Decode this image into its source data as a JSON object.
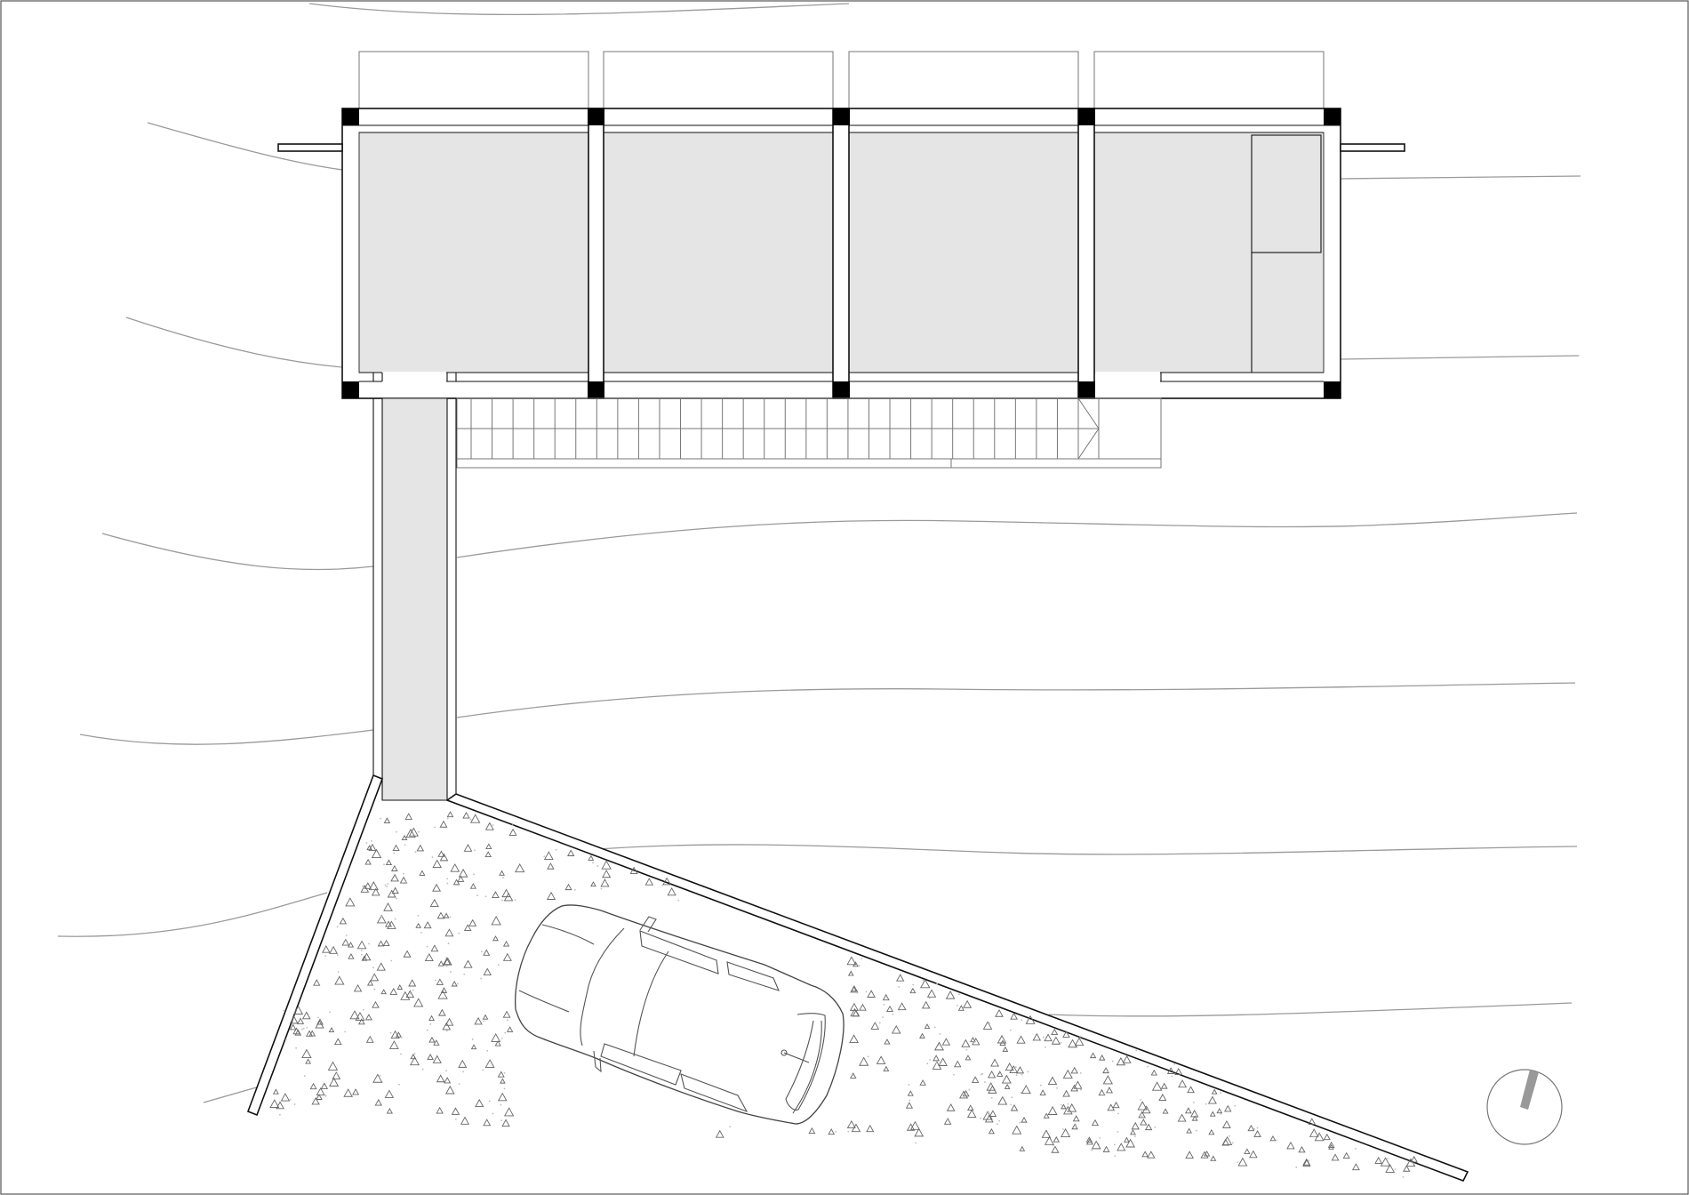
{
  "drawing": {
    "kind": "architectural-site-plan",
    "line_color": "#111111",
    "room_fill": "#e5e5e5",
    "column_fill": "#000000",
    "contour_color": "#9a9a9a",
    "background": "#ffffff",
    "bays": 4,
    "stair_treads": 30,
    "north_arrow": "north-arrow-icon",
    "vehicle": "car-icon"
  }
}
